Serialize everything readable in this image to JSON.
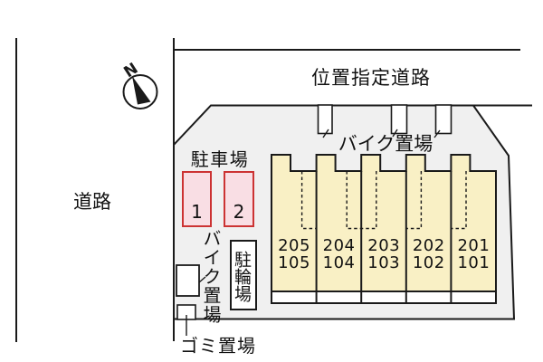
{
  "compass": {
    "label": "N"
  },
  "roads": {
    "left_label": "道路",
    "top_label": "位置指定道路"
  },
  "site": {
    "parking_label": "駐車場",
    "parking_spaces": [
      {
        "number": "1"
      },
      {
        "number": "2"
      }
    ],
    "bike_top_label": "バイク置場",
    "bike_left_label": "バイク置場",
    "bicycle_parking_label": "駐輪場",
    "garbage_label": "ゴミ置場",
    "units": [
      {
        "upper": "205",
        "lower": "105"
      },
      {
        "upper": "204",
        "lower": "104"
      },
      {
        "upper": "203",
        "lower": "103"
      },
      {
        "upper": "202",
        "lower": "102"
      },
      {
        "upper": "201",
        "lower": "101"
      }
    ]
  },
  "colors": {
    "site_fill": "#f0f0f0",
    "building_fill": "#f9f0c5",
    "parking_fill": "#f9dee4",
    "parking_border": "#cc3333",
    "line": "#1a1a1a"
  }
}
